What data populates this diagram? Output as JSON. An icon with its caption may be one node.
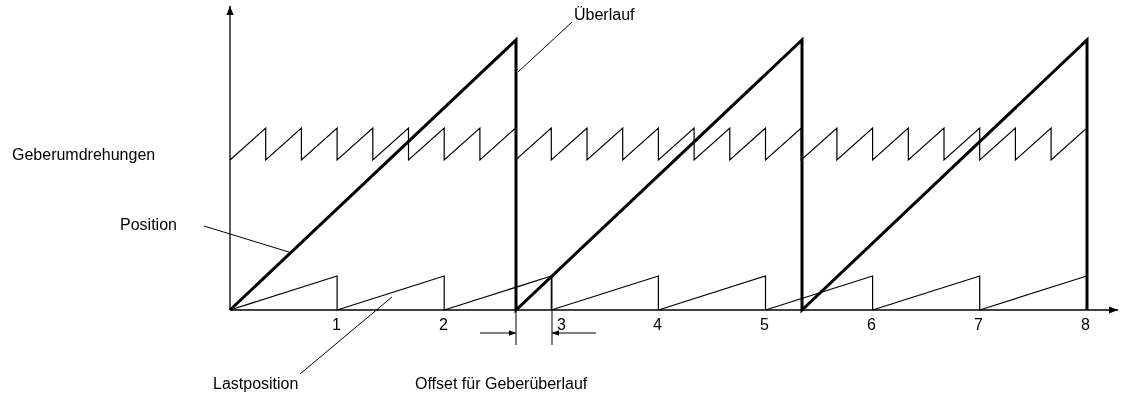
{
  "diagram": {
    "nodes": [
      {
        "text": [
          "Überlauf"
        ]
      },
      {
        "text": [
          "Position"
        ]
      },
      {
        "text": [
          "Lastposition"
        ]
      }
    ],
    "edges": [
      {
        "from": 0,
        "to": null,
        "arrow": "none"
      },
      {
        "from": 1,
        "to": null,
        "arrow": "none"
      },
      {
        "from": 2,
        "to": null,
        "arrow": "none"
      }
    ],
    "labels": [
      "Geberumdrehungen",
      "1",
      "2",
      "3",
      "4",
      "5",
      "6",
      "7",
      "8",
      "Offset für Geberüberlauf"
    ]
  }
}
